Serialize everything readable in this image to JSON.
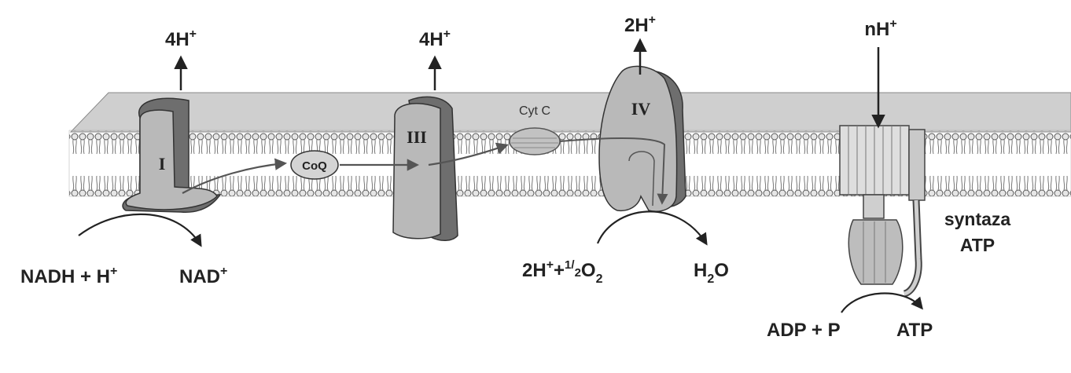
{
  "complexes": {
    "c1": "I",
    "c3": "III",
    "c4": "IV",
    "coq": "CoQ",
    "cytc": "Cyt C",
    "atp_synthase": [
      "syntaza",
      "ATP"
    ]
  },
  "protons": {
    "c1": {
      "n": "4H",
      "sup": "+"
    },
    "c3": {
      "n": "4H",
      "sup": "+"
    },
    "c4": {
      "n": "2H",
      "sup": "+"
    },
    "synthase": {
      "n": "nH",
      "sup": "+"
    }
  },
  "reactions": {
    "nadh": {
      "a": "NADH + H",
      "sup": "+"
    },
    "nad": {
      "a": "NAD",
      "sup": "+"
    },
    "oxygen": {
      "a": "2H",
      "sup": "+",
      "b": "+",
      "num": "1",
      "den": "2",
      "c": "O",
      "sub": "2"
    },
    "water": {
      "a": "H",
      "sub": "2",
      "b": "O"
    },
    "adp": "ADP + P",
    "atp": "ATP"
  }
}
